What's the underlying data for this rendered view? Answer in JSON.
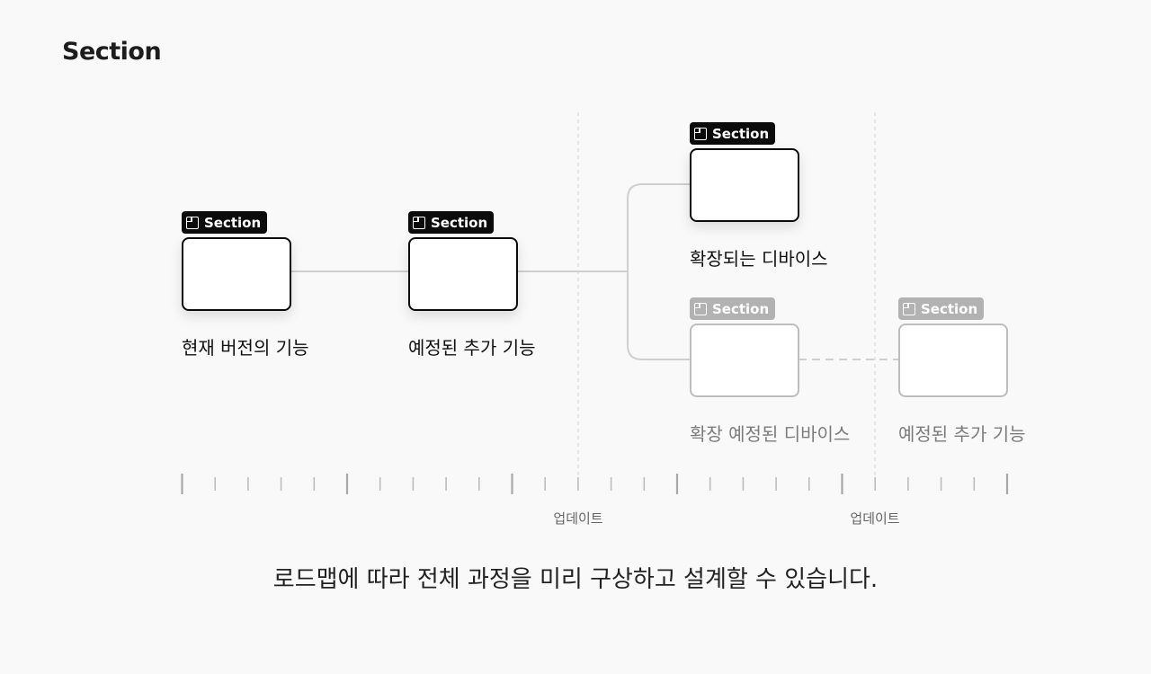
{
  "title": "Section",
  "nodes": [
    {
      "tag": "Section",
      "caption": "현재 버전의 기능",
      "state": "active"
    },
    {
      "tag": "Section",
      "caption": "예정된 추가 기능",
      "state": "active"
    },
    {
      "tag": "Section",
      "caption": "확장되는 디바이스",
      "state": "active"
    },
    {
      "tag": "Section",
      "caption": "확장 예정된 디바이스",
      "state": "planned"
    },
    {
      "tag": "Section",
      "caption": "예정된 추가 기능",
      "state": "planned"
    }
  ],
  "timeline": {
    "markers": [
      "업데이트",
      "업데이트"
    ]
  },
  "caption": "로드맵에 따라 전체 과정을 미리 구상하고 설계할 수 있습니다.",
  "colors": {
    "active": "#0b0b0b",
    "planned": "#b2b2b2",
    "connector": "#cfcfcf",
    "background": "#f9f9f9"
  },
  "icons": {
    "section_tag": "frame-icon"
  }
}
